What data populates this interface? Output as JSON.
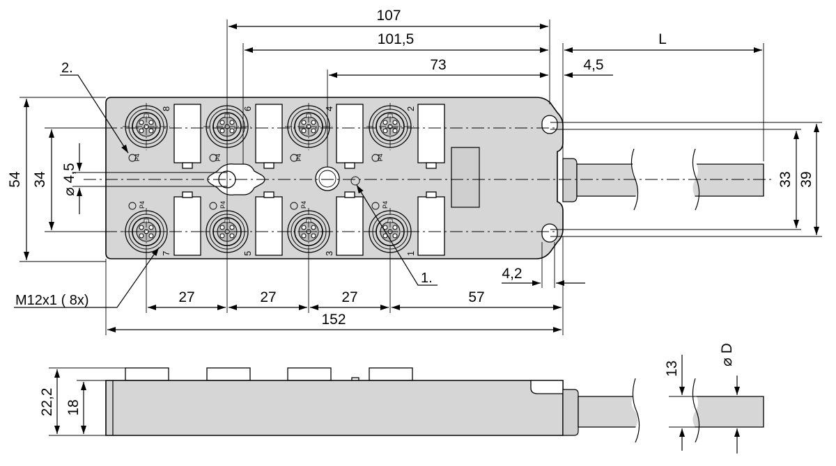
{
  "dimensions": {
    "d107": "107",
    "d101_5": "101,5",
    "d73": "73",
    "dL": "L",
    "d4_5": "4,5",
    "d54": "54",
    "d34": "34",
    "d_dia_4_5": "⌀ 4,5",
    "d33": "33",
    "d39": "39",
    "d27a": "27",
    "d27b": "27",
    "d27c": "27",
    "d57": "57",
    "d152": "152",
    "d4_2": "4,2",
    "d22_2": "22,2",
    "d18": "18",
    "d13": "13",
    "d_dia_D": "⌀ D"
  },
  "callouts": {
    "c1": "1.",
    "c2": "2.",
    "thread": "M12x1 ( 8x)"
  },
  "pins": {
    "top": [
      "8",
      "6",
      "4",
      "2"
    ],
    "bottom": [
      "7",
      "5",
      "3",
      "1"
    ],
    "led": "P4"
  }
}
